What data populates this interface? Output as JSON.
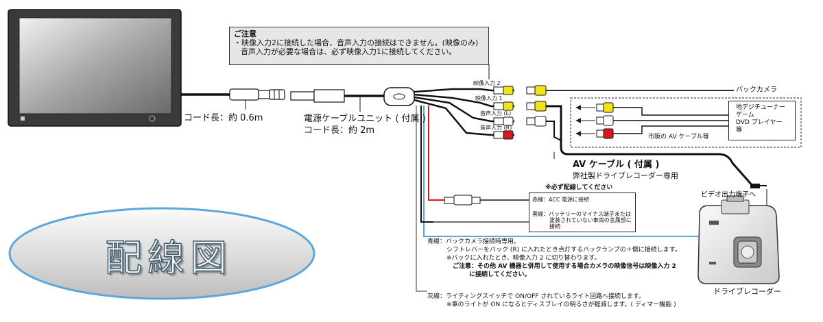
{
  "notice": {
    "title": "ご注意",
    "line1": "・映像入力2に接続した場合、音声入力の接続はできません。(映像のみ)",
    "line2": "音声入力が必要な場合は、必ず映像入力1に接続してください。"
  },
  "cable_labels": {
    "code_length_short": "コード長：約 0.6m",
    "power_unit_name": "電源ケーブルユニット ( 付属 )",
    "power_unit_length": "コード長：約 2m",
    "video_in_2": "映像入力 2",
    "video_in_1": "映像入力 1",
    "audio_in_l": "音声入力 (L)",
    "audio_in_r": "音声入力 (R)"
  },
  "connections": {
    "back_camera": "バックカメラ",
    "commercial_av_cable": "市販の AV ケーブル等",
    "device_list": [
      "地デジチューナー",
      "ゲーム",
      "DVD プレイヤー",
      "等"
    ],
    "av_cable_name": "AV ケーブル ( 付属 )",
    "av_cable_desc": "弊社製ドライブレコーダー専用",
    "video_out_terminal": "ビデオ出力端子へ",
    "drive_recorder": "ドライブレコーダー"
  },
  "wiring": {
    "must_connect": "※必ず配線してください",
    "red_wire": "赤線：ACC 電源に接続",
    "black_wire_line1": "黒線：バッテリーのマイナス端子または",
    "black_wire_line2": "塗装されていない車両の金属部に",
    "black_wire_line3": "接続",
    "blue_title": "青線：バックカメラ接続時専用。",
    "blue_line1": "シフトレバーをバック (R) に入れたとき点灯するバックランプの＋側に接続します。",
    "blue_line2": "※バックに入れたとき、映像入力 2 に切り替わります。",
    "blue_notice1": "ご注意：その他 AV 機器と併用して使用する場合カメラの映像信号は映像入力 2",
    "blue_notice2": "に接続してください。",
    "gray_line1": "灰線：ライティングスイッチで ON/OFF されているライト回路へ接続します。",
    "gray_line2": "※車のライトが ON になるとディスプレイの明るさが軽減します。( ディマー機能 )"
  },
  "title": "配線図",
  "colors": {
    "red_wire": "#d8191f",
    "blue_wire": "#5aa7dd",
    "gray_wire": "#9a9a9a",
    "yellow_plug": "#f2e21a",
    "red_plug": "#d8191f",
    "notice_bg": "#e6e6e6"
  }
}
